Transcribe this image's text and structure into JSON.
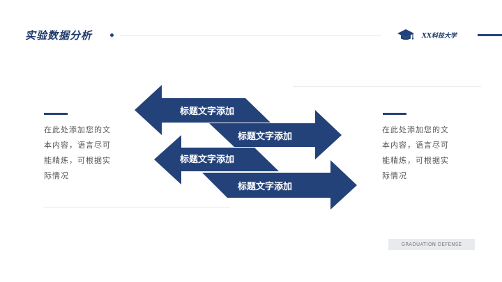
{
  "header": {
    "title": "实验数据分析",
    "university": "XX科技大学"
  },
  "arrows": [
    {
      "label": "标题文字添加",
      "direction": "left"
    },
    {
      "label": "标题文字添加",
      "direction": "right"
    },
    {
      "label": "标题文字添加",
      "direction": "left"
    },
    {
      "label": "标题文字添加",
      "direction": "right"
    }
  ],
  "left_block": {
    "lines": [
      "在此处添加您的文",
      "本内容，语言尽可",
      "能精炼，可根据实",
      "际情况"
    ]
  },
  "right_block": {
    "lines": [
      "在此处添加您的文",
      "本内容，语言尽可",
      "能精炼，可根据实",
      "际情况"
    ]
  },
  "footer": {
    "label": "GRADUATION DEFENSE"
  },
  "colors": {
    "primary": "#24427a",
    "background": "#ffffff",
    "footer_bg": "#e9eaee"
  },
  "icons": {
    "graduation": "graduation-cap-icon"
  }
}
